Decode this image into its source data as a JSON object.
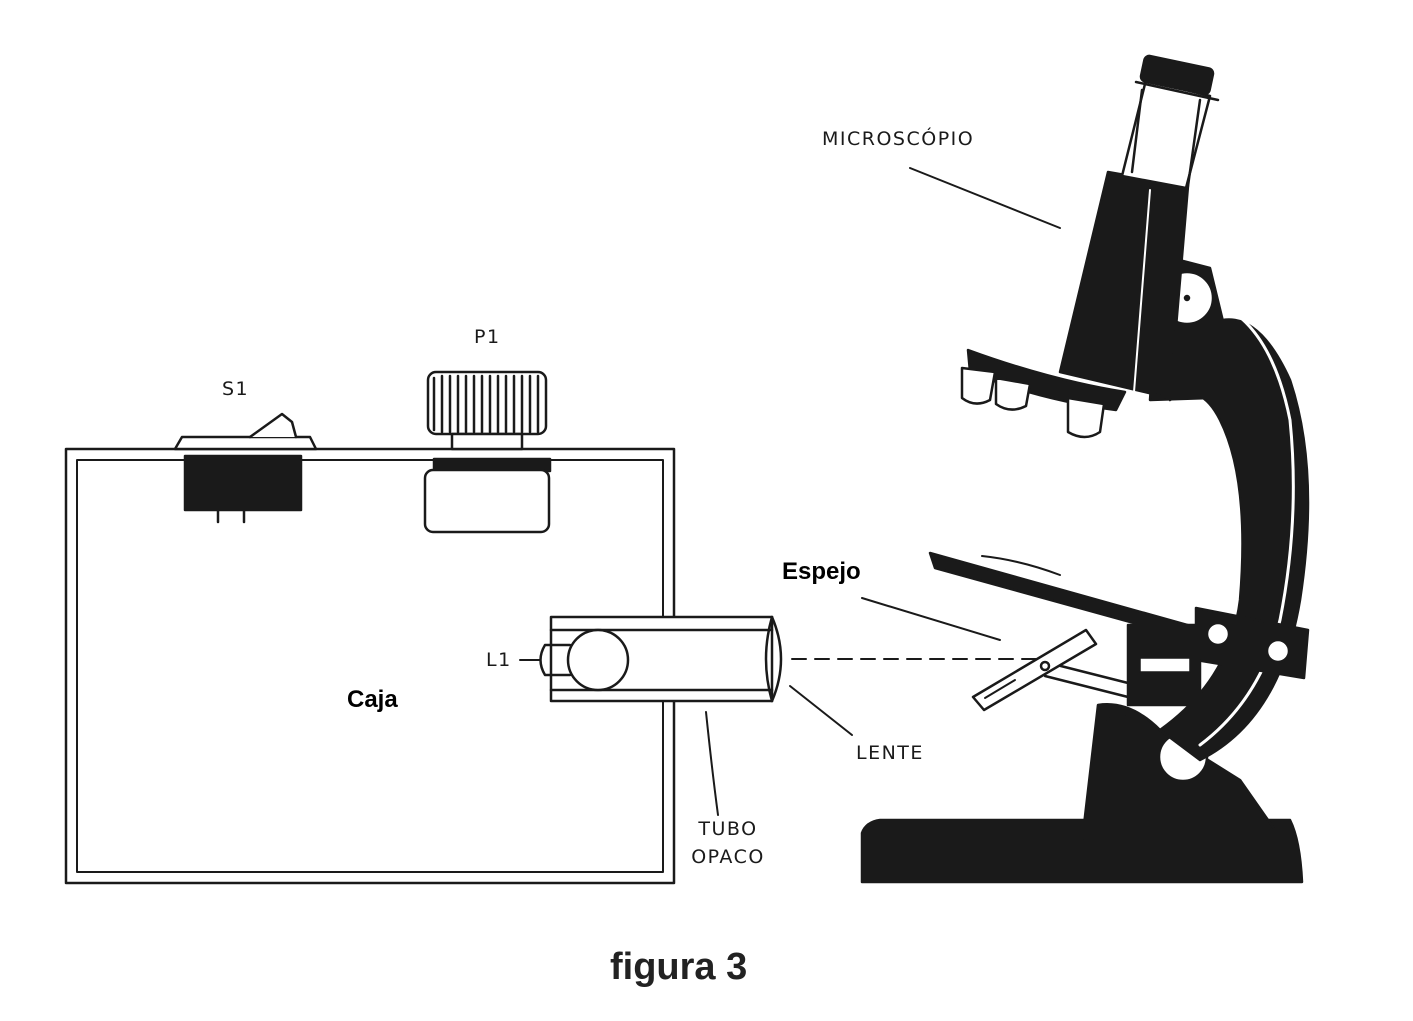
{
  "labels": {
    "microscope": "MICROSCÓPIO",
    "switch": "S1",
    "potentiometer": "P1",
    "mirror": "Espejo",
    "lamp": "L1",
    "box": "Caja",
    "lens": "LENTE",
    "tube_line1": "TUBO",
    "tube_line2": "OPACO"
  },
  "caption": "figura 3",
  "colors": {
    "ink": "#1a1a1a",
    "paper": "#ffffff"
  }
}
